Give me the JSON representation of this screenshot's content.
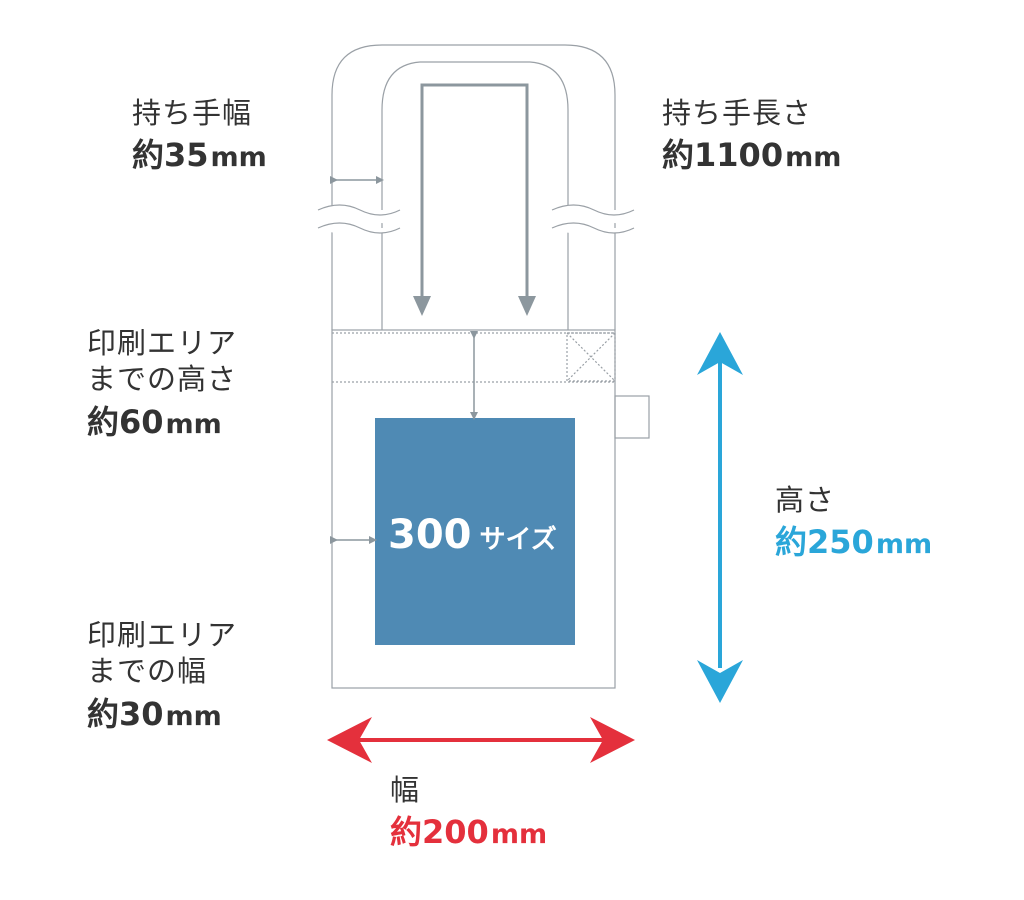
{
  "colors": {
    "outline": "#9aa0a6",
    "arrow_gray": "#8c979e",
    "print_area": "#4f8ab4",
    "height_arrow": "#2aa6d9",
    "width_arrow": "#e4303c",
    "text": "#333333"
  },
  "labels": {
    "handle_width": {
      "title": "持ち手幅",
      "prefix": "約",
      "number": "35",
      "unit": "mm"
    },
    "handle_length": {
      "title": "持ち手長さ",
      "prefix": "約",
      "number": "1100",
      "unit": "mm"
    },
    "print_top": {
      "line1": "印刷エリア",
      "line2": "までの高さ",
      "prefix": "約",
      "number": "60",
      "unit": "mm"
    },
    "print_side": {
      "line1": "印刷エリア",
      "line2": "までの幅",
      "prefix": "約",
      "number": "30",
      "unit": "mm"
    },
    "height": {
      "title": "高さ",
      "prefix": "約",
      "number": "250",
      "unit": "mm"
    },
    "width": {
      "title": "幅",
      "prefix": "約",
      "number": "200",
      "unit": "mm"
    }
  },
  "print_area": {
    "size_number": "300",
    "size_label": "サイズ"
  }
}
